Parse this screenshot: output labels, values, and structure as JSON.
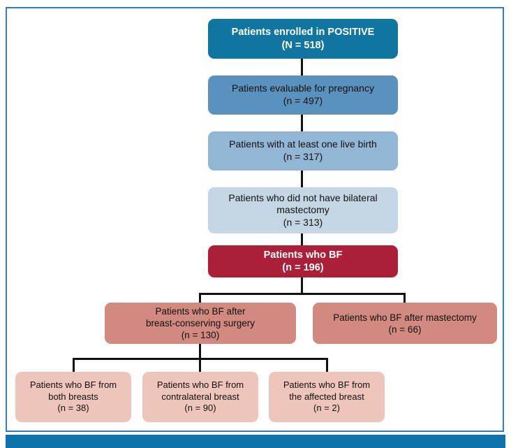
{
  "figure": {
    "type": "flowchart",
    "title": "",
    "frame_color": "#2f7fb8",
    "footer_bar_color": "#0d72ab"
  },
  "nodes": [
    {
      "id": "enrolled",
      "lines": [
        "Patients enrolled in POSITIVE",
        "(N = 518)"
      ],
      "count": 518,
      "count_label": "N = 518",
      "color": "#11769f",
      "text_color": "#ffffff",
      "bold": true
    },
    {
      "id": "evaluable",
      "lines": [
        "Patients evaluable for pregnancy",
        "(n = 497)"
      ],
      "count": 497,
      "count_label": "n = 497",
      "color": "#5b92bd",
      "text_color": "#111111",
      "bold": false
    },
    {
      "id": "live-birth",
      "lines": [
        "Patients with at least one live birth",
        "(n = 317)"
      ],
      "count": 317,
      "count_label": "n = 317",
      "color": "#93b6d4",
      "text_color": "#111111",
      "bold": false
    },
    {
      "id": "no-bilateral-mastectomy",
      "lines": [
        "Patients who did not have bilateral",
        "mastectomy",
        "(n = 313)"
      ],
      "count": 313,
      "count_label": "n = 313",
      "color": "#c4d6e4",
      "text_color": "#111111",
      "bold": false
    },
    {
      "id": "bf",
      "lines": [
        "Patients who BF",
        "(n = 196)"
      ],
      "count": 196,
      "count_label": "n = 196",
      "color": "#ab1f38",
      "text_color": "#ffffff",
      "bold": true
    },
    {
      "id": "bf-breast-conserving",
      "lines": [
        "Patients who BF after",
        "breast-conserving surgery",
        "(n = 130)"
      ],
      "count": 130,
      "count_label": "n = 130",
      "color": "#d2897f",
      "text_color": "#111111",
      "bold": false
    },
    {
      "id": "bf-mastectomy",
      "lines": [
        "Patients who BF after mastectomy",
        "(n = 66)"
      ],
      "count": 66,
      "count_label": "n = 66",
      "color": "#d2897f",
      "text_color": "#111111",
      "bold": false
    },
    {
      "id": "bf-both-breasts",
      "lines": [
        "Patients who BF from",
        "both breasts",
        "(n = 38)"
      ],
      "count": 38,
      "count_label": "n = 38",
      "color": "#eec5ba",
      "text_color": "#111111",
      "bold": false
    },
    {
      "id": "bf-contralateral-breast",
      "lines": [
        "Patients who BF from",
        "contralateral breast",
        "(n = 90)"
      ],
      "count": 90,
      "count_label": "n = 90",
      "color": "#eec5ba",
      "text_color": "#111111",
      "bold": false
    },
    {
      "id": "bf-affected-breast",
      "lines": [
        "Patients who BF from",
        "the affected breast",
        "(n = 2)"
      ],
      "count": 2,
      "count_label": "n = 2",
      "color": "#eec5ba",
      "text_color": "#111111",
      "bold": false
    }
  ]
}
